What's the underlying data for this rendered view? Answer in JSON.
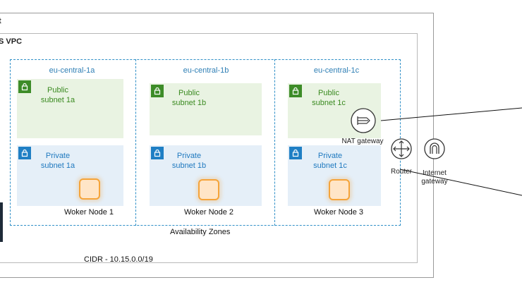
{
  "outer_label": "t",
  "vpc_label": "S VPC",
  "zones": [
    {
      "name": "eu-central-1a",
      "public_subnet": [
        "Public",
        "subnet 1a"
      ],
      "private_subnet": [
        "Private",
        "subnet 1a"
      ],
      "node_label": "Woker Node 1"
    },
    {
      "name": "eu-central-1b",
      "public_subnet": [
        "Public",
        "subnet 1b"
      ],
      "private_subnet": [
        "Private",
        "subnet 1b"
      ],
      "node_label": "Woker Node 2"
    },
    {
      "name": "eu-central-1c",
      "public_subnet": [
        "Public",
        "subnet 1c"
      ],
      "private_subnet": [
        "Private",
        "subnet 1c"
      ],
      "node_label": "Woker Node 3"
    }
  ],
  "nat_gateway_label": "NAT gateway",
  "router_label": "Router",
  "internet_gateway_label": [
    "Internet",
    "gateway"
  ],
  "availability_zones_label": "Availability Zones",
  "cidr_label": "CIDR - 10.15.0.0/19",
  "colors": {
    "public_subnet": "#e9f3e2",
    "private_subnet": "#e5eff8",
    "az_border": "#2f8fc7",
    "node_fill": "#ffe5c7",
    "node_border": "#f5a43a"
  }
}
